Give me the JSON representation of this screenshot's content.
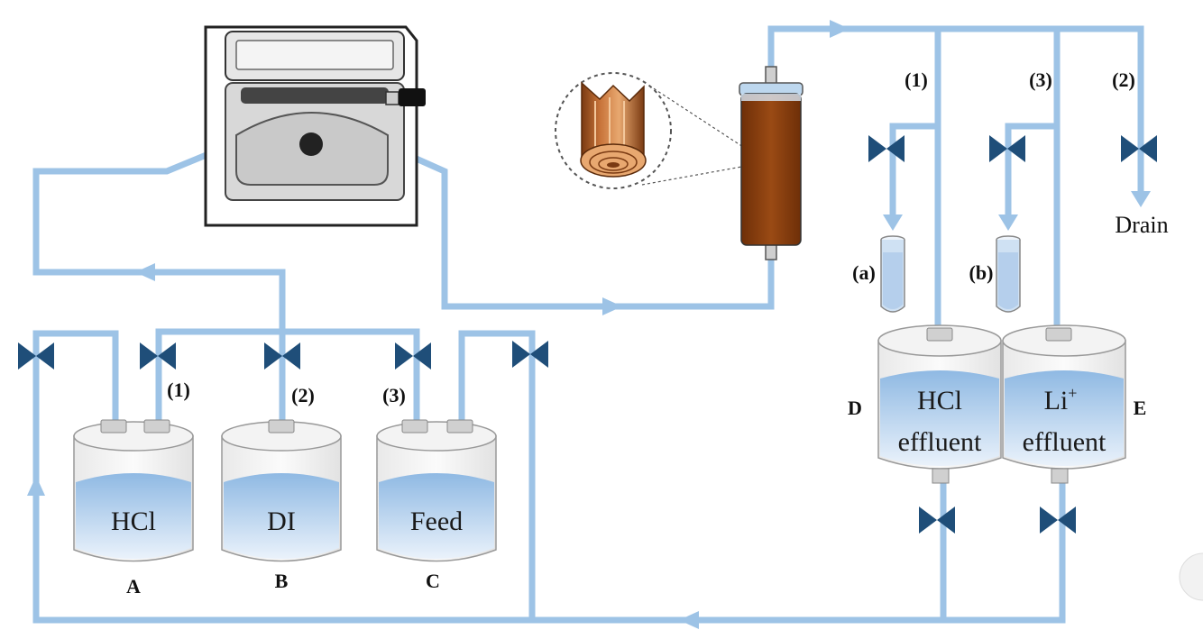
{
  "tanks": {
    "A": {
      "content": "HCl",
      "letter": "A"
    },
    "B": {
      "content": "DI",
      "letter": "B"
    },
    "C": {
      "content": "Feed",
      "letter": "C"
    },
    "D": {
      "content_line1": "HCl",
      "content_line2": "effluent",
      "letter": "D"
    },
    "E": {
      "content_line1": "Li",
      "content_sup": "+",
      "content_line2": "effluent",
      "letter": "E"
    }
  },
  "line_labels": {
    "bottom_1": "(1)",
    "bottom_2": "(2)",
    "bottom_3": "(3)",
    "top_1": "(1)",
    "top_3": "(3)",
    "top_2": "(2)"
  },
  "sample_labels": {
    "a": "(a)",
    "b": "(b)"
  },
  "drain_label": "Drain",
  "colors": {
    "pipe": "#9dc3e6",
    "valve": "#1f4e79",
    "column": "#843c0c",
    "liquid_top": "#9dc3e6",
    "liquid_bottom": "#dce9f7"
  },
  "icons": {
    "pump": "peristaltic-pump-icon",
    "column": "adsorption-column-icon",
    "fiber": "hollow-fiber-cross-section-icon",
    "valve": "valve-icon",
    "tube": "sample-tube-icon"
  }
}
